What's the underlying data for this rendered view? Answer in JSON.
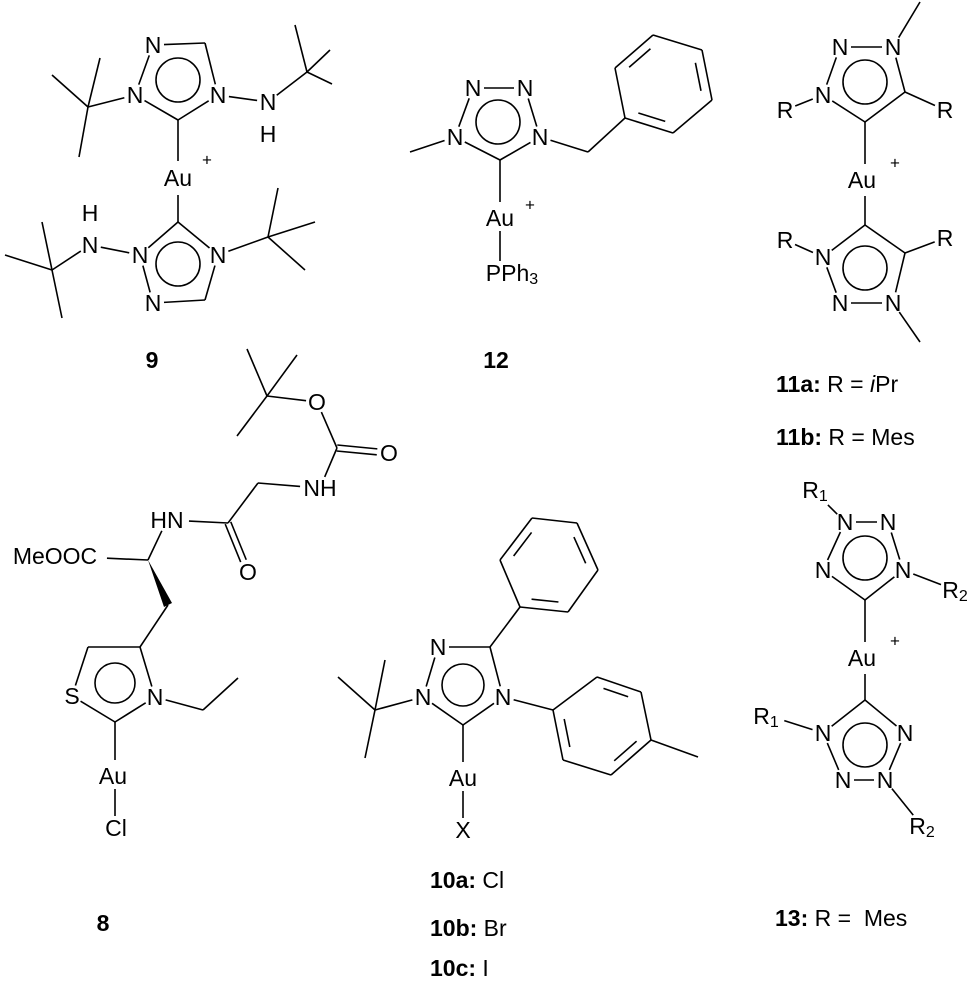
{
  "atoms": {
    "N": "N",
    "H": "H",
    "Au": "Au",
    "plus": "+",
    "S": "S",
    "O": "O",
    "Cl": "Cl",
    "X": "X",
    "R": "R",
    "NH": "NH",
    "HN": "HN",
    "MeOOC": "MeOOC",
    "PPh": "PPh",
    "sub3": "3",
    "sub1": "1",
    "sub2": "2"
  },
  "compounds": {
    "c9": "9",
    "c12": "12",
    "c8": "8",
    "c11a": {
      "id": "11a:",
      "text": " R = ",
      "italic": "i",
      "rest": "Pr"
    },
    "c11b": {
      "id": "11b:",
      "text": " R = Mes"
    },
    "c10a": {
      "id": "10a:",
      "text": " Cl"
    },
    "c10b": {
      "id": "10b:",
      "text": " Br"
    },
    "c10c": {
      "id": "10c:",
      "text": " I"
    },
    "c13": {
      "id": "13:",
      "text": " R =  Mes"
    }
  }
}
